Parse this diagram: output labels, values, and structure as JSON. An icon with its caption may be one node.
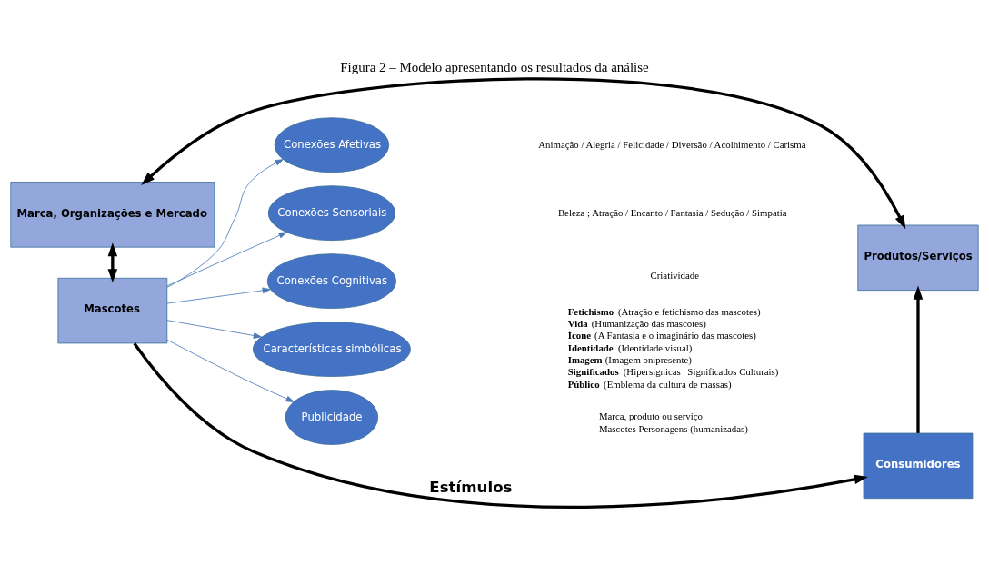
{
  "diagram": {
    "title": "Figura 2 – Modelo apresentando os resultados da análise",
    "nodes": [
      {
        "text": [
          "Marca, Organizações e Mercado"
        ]
      },
      {
        "text": [
          "Mascotes"
        ]
      },
      {
        "text": [
          "Conexões Afetivas"
        ]
      },
      {
        "text": [
          "Conexões Sensoriais"
        ]
      },
      {
        "text": [
          "Conexões Cognitivas"
        ]
      },
      {
        "text": [
          "Características simbólicas"
        ]
      },
      {
        "text": [
          "Publicidade"
        ]
      },
      {
        "text": [
          "Produtos/Serviços"
        ]
      },
      {
        "text": [
          "Consumidores"
        ]
      }
    ],
    "edges": [
      {
        "from": 0,
        "to": 7,
        "arrow": "both",
        "style": "thick",
        "color": "#000000"
      },
      {
        "from": 0,
        "to": 1,
        "arrow": "both",
        "style": "thick",
        "color": "#000000"
      },
      {
        "from": 1,
        "to": 2,
        "arrow": "to"
      },
      {
        "from": 1,
        "to": 3,
        "arrow": "to"
      },
      {
        "from": 1,
        "to": 4,
        "arrow": "to"
      },
      {
        "from": 1,
        "to": 5,
        "arrow": "to"
      },
      {
        "from": 1,
        "to": 6,
        "arrow": "to"
      },
      {
        "from": 8,
        "to": 7,
        "arrow": "to",
        "style": "thick",
        "color": "#000000"
      },
      {
        "from": 1,
        "to": 8,
        "arrow": "to",
        "label": "Estímulos",
        "style": "thick",
        "color": "#000000"
      }
    ],
    "labels": [
      "Animação / Alegria / Felicidade / Diversão / Acolhimento / Carisma",
      "Beleza ; Atração / Encanto / Fantasia / Sedução / Simpatia",
      "Criatividade",
      "**Fetichismo** (Atração e fetichismo das mascotes)",
      "**Vida** (Humanização das mascotes)",
      "**Ícone** (A Fantasia e o imaginário das mascotes)",
      "**Identidade** (Identidade visual)",
      "**Imagem** (Imagem onipresente)",
      "**Significados** (Hipersignicas | Significados Culturais)",
      "**Público** (Emblema da cultura de massas)",
      "Marca, produto ou serviço",
      "Mascotes Personagens (humanizadas)"
    ]
  }
}
